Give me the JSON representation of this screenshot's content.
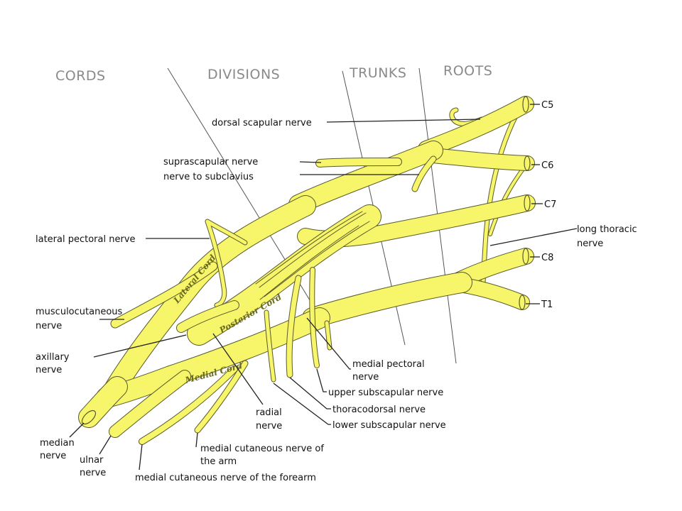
{
  "colors": {
    "nerve": "#f7f56a",
    "nerve_edge": "#5a5a2a",
    "leader": "#222222",
    "header": "#8a8a8a"
  },
  "headers": {
    "cords": "CORDS",
    "divisions": "DIVISIONS",
    "trunks": "TRUNKS",
    "roots": "ROOTS"
  },
  "roots": {
    "c5": "C5",
    "c6": "C6",
    "c7": "C7",
    "c8": "C8",
    "t1": "T1"
  },
  "cord_labels": {
    "lateral": "Lateral Cord",
    "posterior": "Posterior Cord",
    "medial": "Medial Cord"
  },
  "labels": {
    "dorsal_scapular": "dorsal scapular nerve",
    "suprascapular": "suprascapular nerve",
    "subclavius": "nerve to subclavius",
    "lateral_pectoral": "lateral pectoral nerve",
    "long_thoracic_1": "long thoracic",
    "long_thoracic_2": "nerve",
    "musculocutaneous_1": "musculocutaneous",
    "musculocutaneous_2": "nerve",
    "axillary_1": "axillary",
    "axillary_2": "nerve",
    "medial_pectoral_1": "medial pectoral",
    "medial_pectoral_2": "nerve",
    "upper_subscapular": "upper subscapular nerve",
    "thoracodorsal": "thoracodorsal nerve",
    "lower_subscapular": "lower subscapular nerve",
    "radial_1": "radial",
    "radial_2": "nerve",
    "median_1": "median",
    "median_2": "nerve",
    "ulnar_1": "ulnar",
    "ulnar_2": "nerve",
    "med_cut_arm_1": "medial cutaneous nerve of",
    "med_cut_arm_2": "the arm",
    "med_cut_forearm": "medial cutaneous nerve of the forearm"
  }
}
